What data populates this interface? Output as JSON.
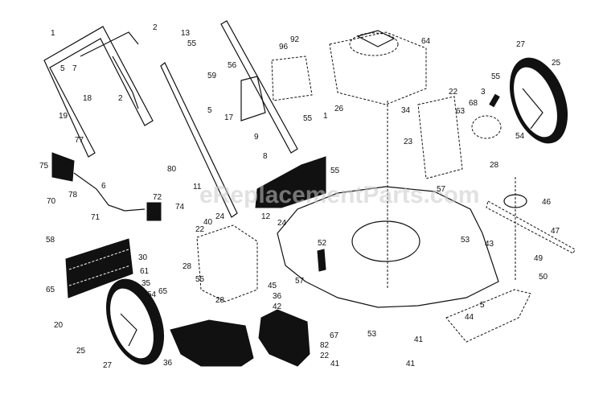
{
  "diagram": {
    "title": "Lawn mower exploded parts diagram",
    "watermark": "eReplacementParts.com",
    "colors": {
      "ink": "#111111",
      "background": "#ffffff",
      "watermark": "#c8c8c8"
    },
    "callouts": [
      "1",
      "2",
      "13",
      "55",
      "59",
      "5",
      "7",
      "18",
      "2",
      "5",
      "19",
      "77",
      "75",
      "78",
      "70",
      "6",
      "71",
      "72",
      "74",
      "80",
      "92",
      "96",
      "56",
      "17",
      "55",
      "1",
      "26",
      "9",
      "8",
      "55",
      "11",
      "12",
      "24",
      "40",
      "22",
      "24",
      "64",
      "34",
      "22",
      "63",
      "68",
      "3",
      "55",
      "27",
      "25",
      "54",
      "23",
      "28",
      "57",
      "46",
      "47",
      "43",
      "49",
      "50",
      "53",
      "58",
      "65",
      "20",
      "30",
      "61",
      "35",
      "54",
      "65",
      "28",
      "55",
      "28",
      "52",
      "45",
      "57",
      "36",
      "42",
      "25",
      "27",
      "36",
      "82",
      "22",
      "41",
      "67",
      "53",
      "41",
      "41",
      "44",
      "5"
    ]
  }
}
